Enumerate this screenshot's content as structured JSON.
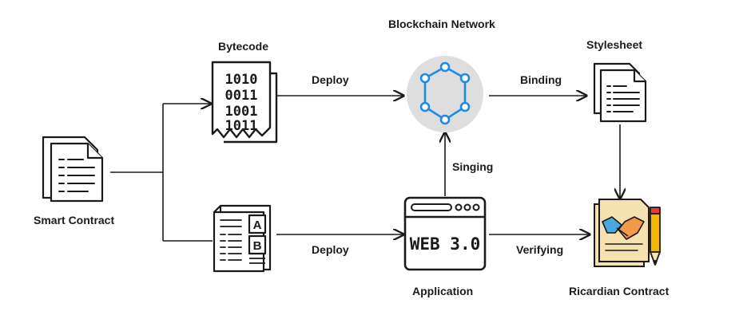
{
  "nodes": {
    "smart_contract": "Smart Contract",
    "bytecode": "Bytecode",
    "blockchain_network": "Blockchain Network",
    "stylesheet": "Stylesheet",
    "application": "Application",
    "ricardian_contract": "Ricardian Contract"
  },
  "edges": {
    "deploy_top": "Deploy",
    "binding": "Binding",
    "singing": "Singing",
    "deploy_bottom": "Deploy",
    "verifying": "Verifying"
  },
  "icons": {
    "bytecode_bits": [
      "1010",
      "0011",
      "1001",
      "1011"
    ],
    "browser_text": "WEB 3.0",
    "ledger_letters": [
      "A",
      "B"
    ]
  },
  "colors": {
    "stroke": "#1a1a1a",
    "network_circle": "#dedede",
    "network_accent": "#1e8ce6",
    "handshake_blue": "#4aa8e0",
    "handshake_orange": "#f2994a",
    "paper_yellow": "#f6e2b0",
    "pencil_red": "#e23b3b",
    "pencil_yellow": "#f2b705"
  }
}
